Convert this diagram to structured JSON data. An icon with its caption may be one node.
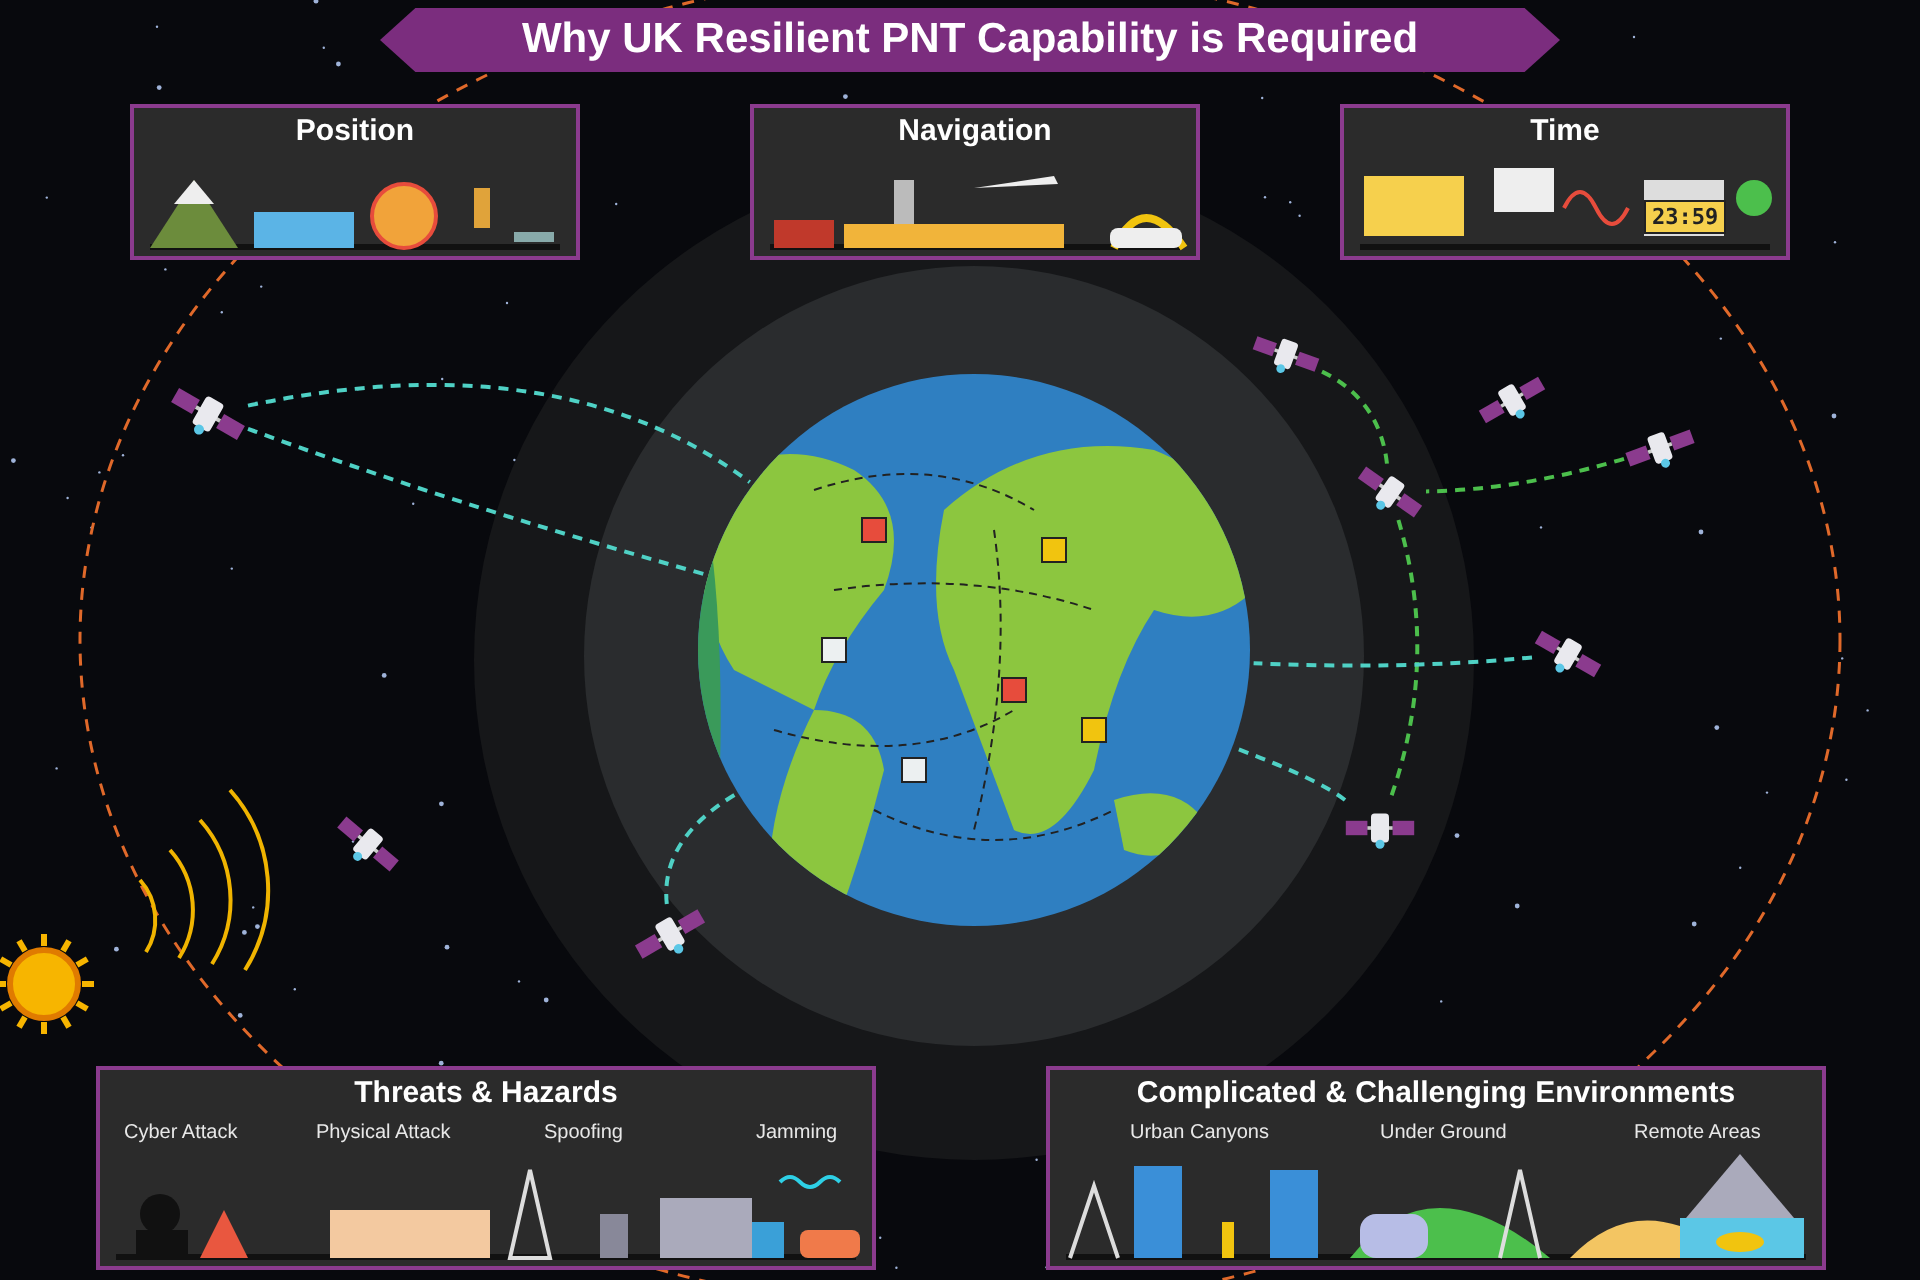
{
  "diagram": {
    "title": "Why UK Resilient PNT Capability is Required",
    "nodes": [
      {
        "text": [
          "Position"
        ]
      },
      {
        "text": [
          "Navigation"
        ]
      },
      {
        "text": [
          "Time",
          "23:59"
        ]
      },
      {
        "text": [],
        "shape": "picture"
      },
      {
        "text": [],
        "shape": "picture"
      },
      {
        "text": [],
        "shape": "picture"
      },
      {
        "text": [],
        "shape": "picture"
      },
      {
        "text": [],
        "shape": "picture"
      },
      {
        "text": [],
        "shape": "picture"
      },
      {
        "text": [],
        "shape": "picture"
      },
      {
        "text": [],
        "shape": "picture"
      },
      {
        "text": [
          "Threats & Hazards",
          "Cyber Attack",
          "Physical Attack",
          "Spoofing",
          "Jamming"
        ]
      },
      {
        "text": [
          "Complicated & Challenging Environments",
          "Urban Canyons",
          "Under Ground",
          "Remote Areas"
        ]
      }
    ],
    "edges": [
      {
        "from": 3,
        "to": 7,
        "arrow": "none",
        "style": "dashed"
      },
      {
        "from": 3,
        "to": 7,
        "arrow": "none",
        "style": "dashed"
      },
      {
        "from": 4,
        "to": 6,
        "arrow": "none",
        "style": "dashed",
        "color": "#4cbf4c"
      },
      {
        "from": 5,
        "to": 6,
        "arrow": "none",
        "style": "dashed",
        "color": "#4cbf4c"
      },
      {
        "from": 6,
        "to": 9,
        "arrow": "none",
        "style": "dashed",
        "color": "#4cbf4c"
      },
      {
        "from": 8,
        "to": 7,
        "arrow": "none",
        "style": "dashed"
      },
      {
        "from": 9,
        "to": 7,
        "arrow": "none",
        "style": "dashed"
      },
      {
        "from": 10,
        "to": 7,
        "arrow": "none",
        "style": "dashed"
      }
    ]
  }
}
